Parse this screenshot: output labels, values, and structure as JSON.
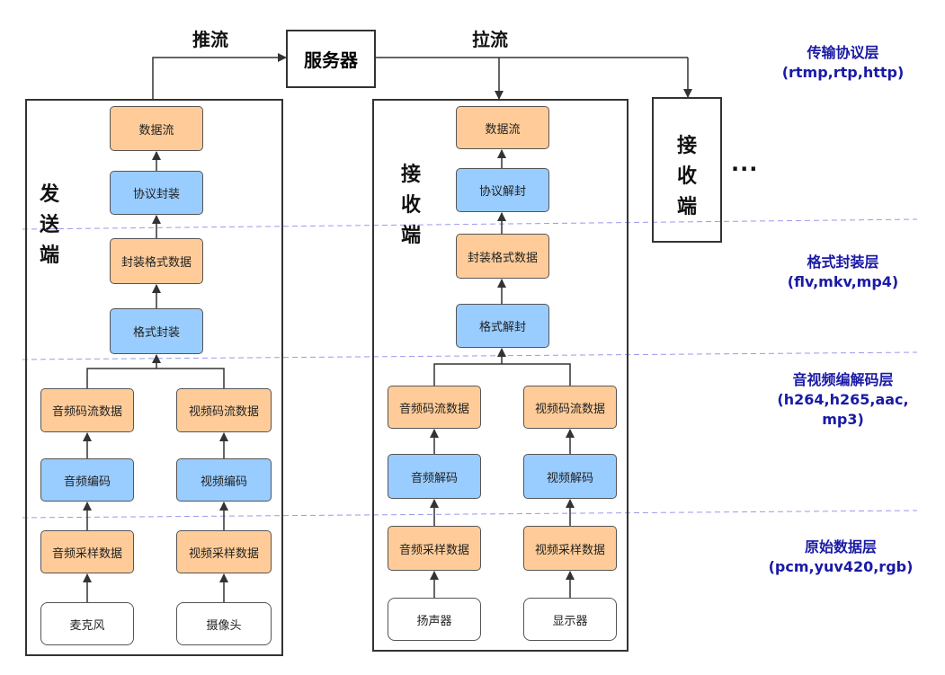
{
  "arrows": {
    "push": "推流",
    "pull": "拉流"
  },
  "server": "服务器",
  "sender": {
    "title": "发送端",
    "data_stream": "数据流",
    "protocol_encap": "协议封装",
    "container_data": "封装格式数据",
    "format_encap": "格式封装",
    "audio_stream": "音频码流数据",
    "video_stream": "视频码流数据",
    "audio_encode": "音频编码",
    "video_encode": "视频编码",
    "audio_sample": "音频采样数据",
    "video_sample": "视频采样数据",
    "mic": "麦克风",
    "camera": "摄像头"
  },
  "receiver": {
    "title": "接收端",
    "data_stream": "数据流",
    "protocol_decap": "协议解封",
    "container_data": "封装格式数据",
    "format_decap": "格式解封",
    "audio_stream": "音频码流数据",
    "video_stream": "视频码流数据",
    "audio_decode": "音频解码",
    "video_decode": "视频解码",
    "audio_sample": "音频采样数据",
    "video_sample": "视频采样数据",
    "speaker": "扬声器",
    "display": "显示器"
  },
  "receiver2": {
    "title": "接收端",
    "more": "..."
  },
  "layers": {
    "transport": {
      "name": "传输协议层",
      "examples": "(rtmp,rtp,http)"
    },
    "container": {
      "name": "格式封装层",
      "examples": "(flv,mkv,mp4)"
    },
    "codec": {
      "name": "音视频编解码层",
      "examples": "(h264,h265,aac,",
      "examples2": "mp3)"
    },
    "raw": {
      "name": "原始数据层",
      "examples": "(pcm,yuv420,rgb)"
    }
  },
  "colors": {
    "orange": "#ffcc99",
    "blue": "#99ccff",
    "layer_text": "#1a1aa6",
    "divider": "#9999ee"
  }
}
